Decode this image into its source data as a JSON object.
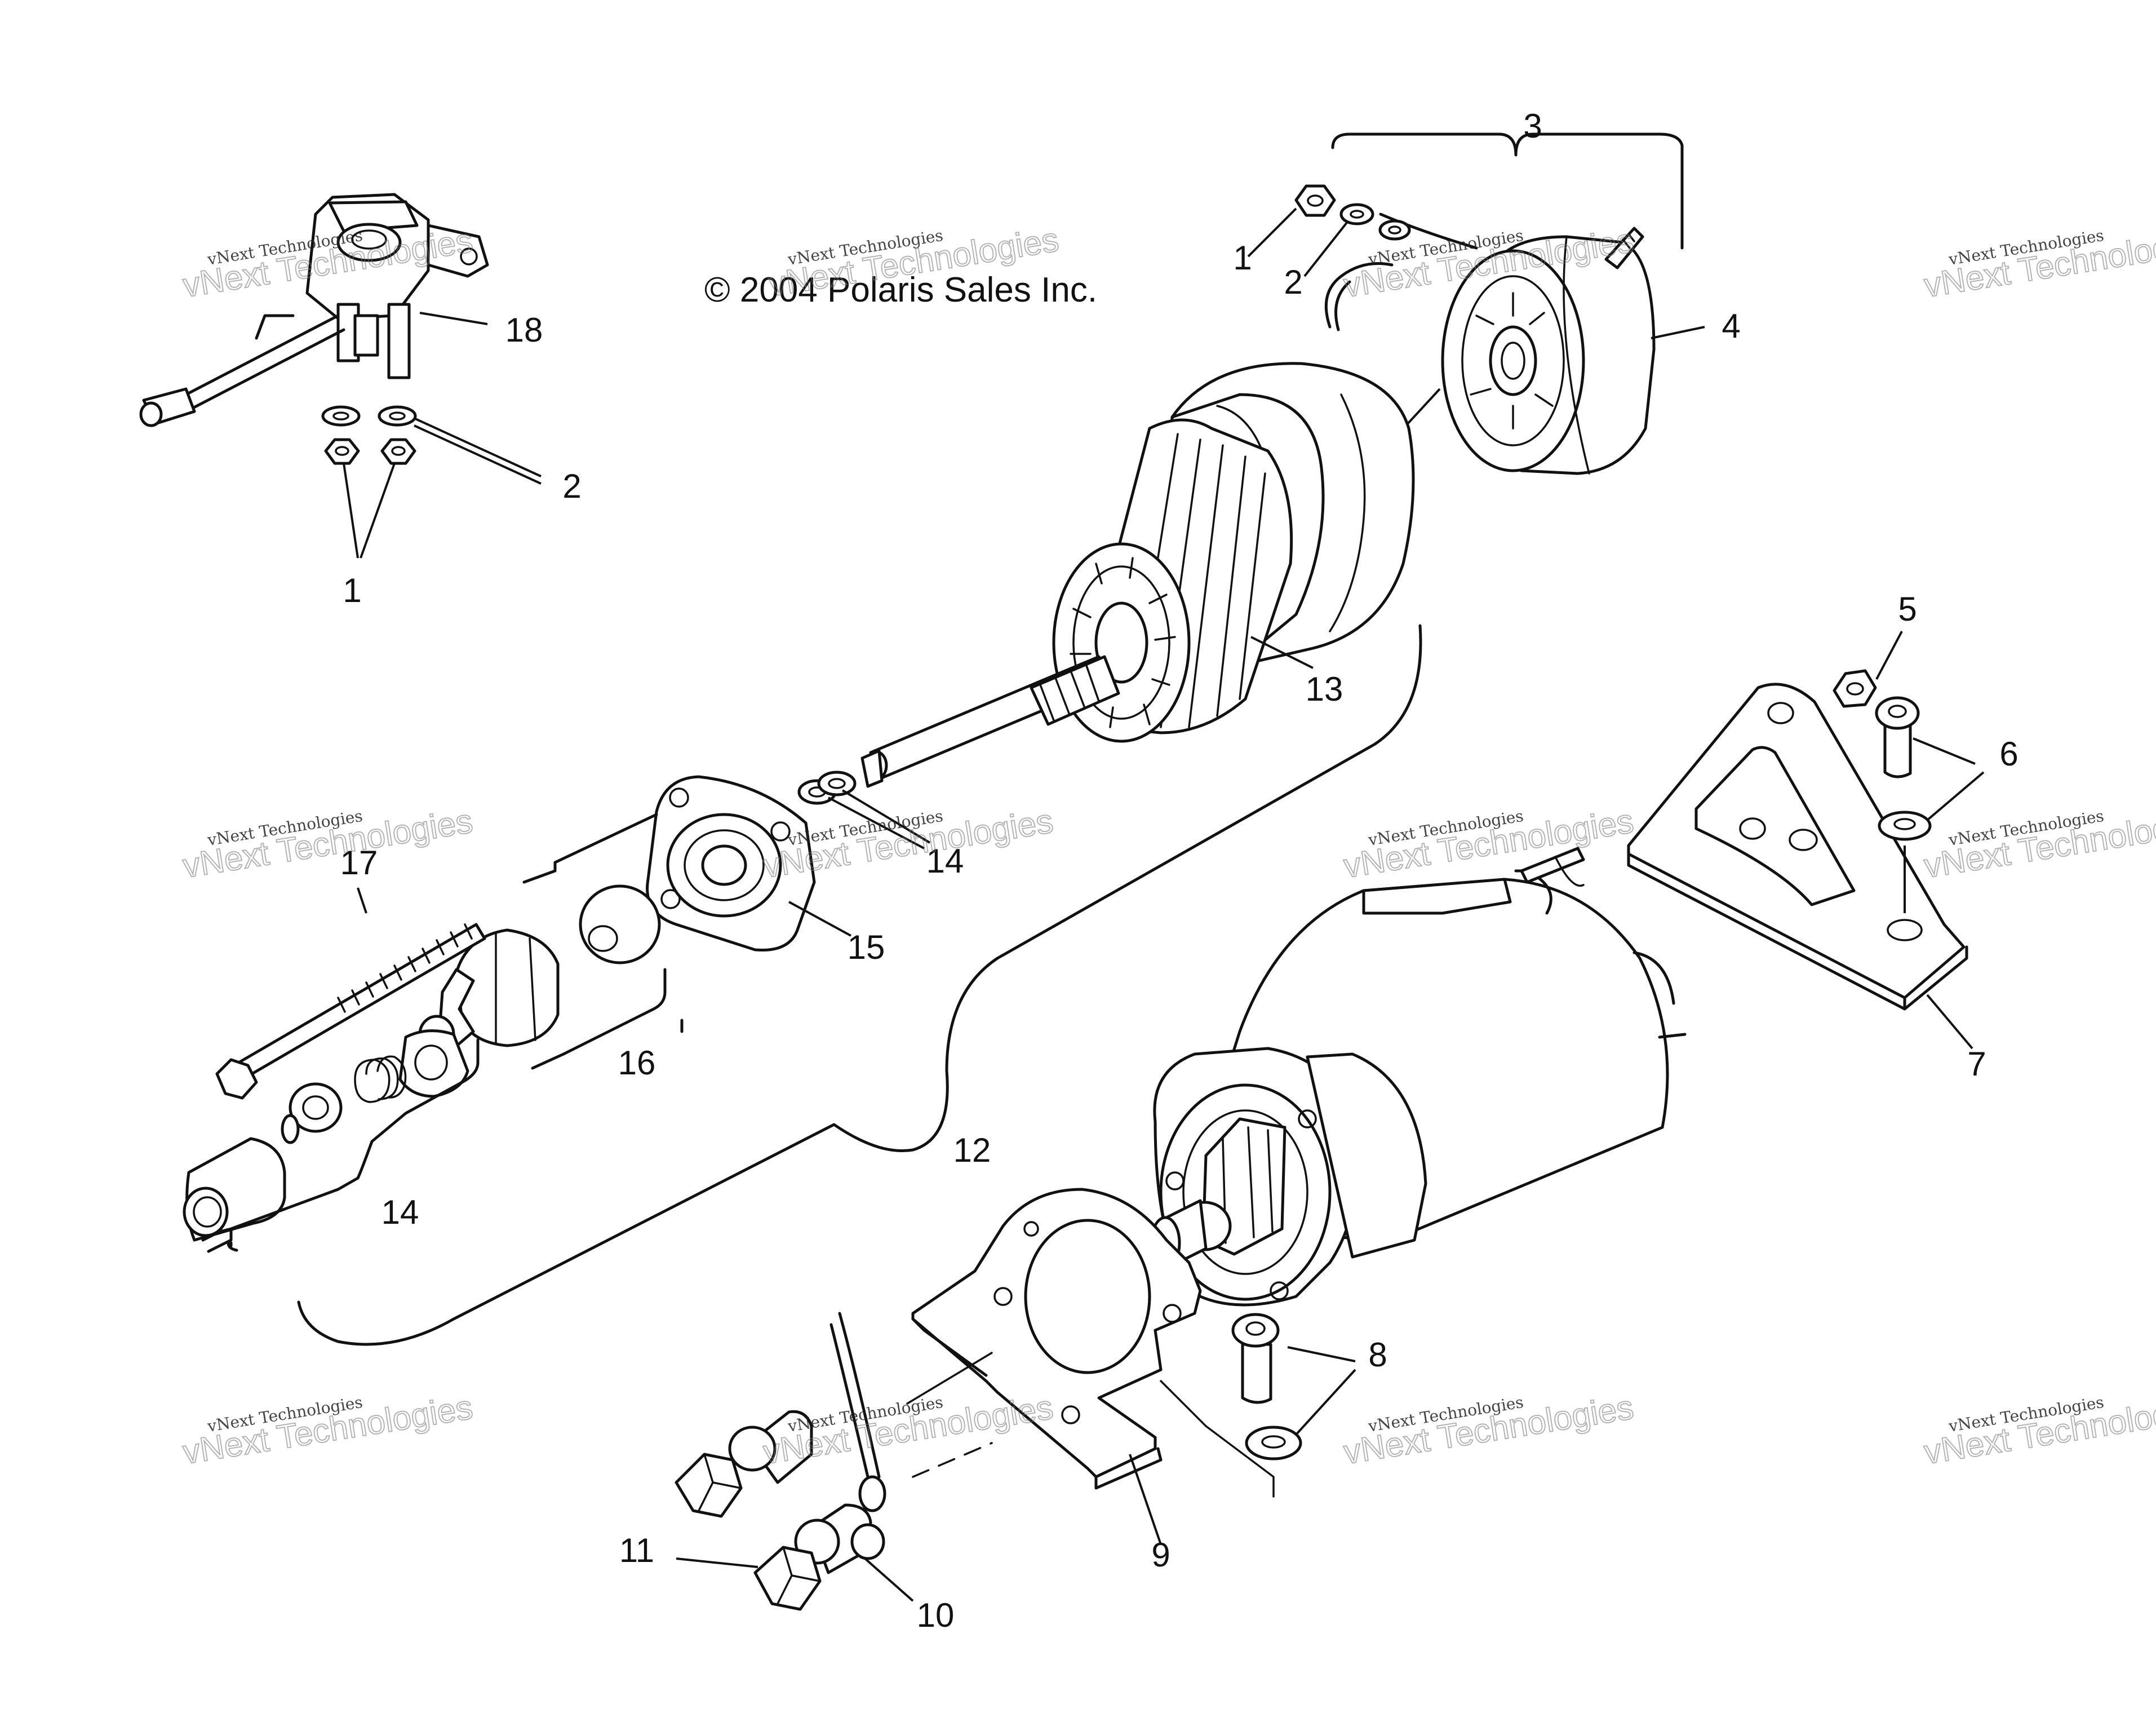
{
  "copyright": "© 2004 Polaris Sales Inc.",
  "watermark": {
    "line1": "vNext Technologies",
    "line2": "vNext Technologies"
  },
  "callouts": {
    "p1": "1",
    "p2": "2",
    "p3": "3",
    "p4": "4",
    "p5": "5",
    "p6": "6",
    "p7": "7",
    "p8": "8",
    "p9": "9",
    "p10": "10",
    "p11": "11",
    "p12": "12",
    "p13": "13",
    "p14": "14",
    "p15": "15",
    "p16": "16",
    "p17": "17",
    "p18": "18"
  }
}
